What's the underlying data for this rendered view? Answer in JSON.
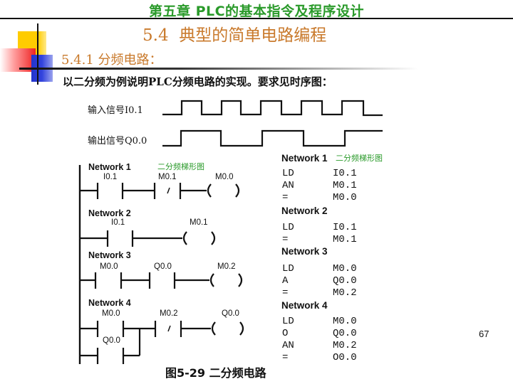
{
  "header": {
    "chapter_title": "第五章  PLC的基本指令及程序设计",
    "section_title": "5.4  典型的简单电路编程",
    "subsection_title": "5.4.1 分频电路：",
    "description": "以二分频为例说明PLC分频电路的实现。要求见时序图："
  },
  "timing_diagram": {
    "input_label": "输入信号I0.1",
    "output_label": "输出信号Q0.0"
  },
  "ladder": {
    "networks": [
      {
        "label": "Network 1",
        "note": "二分频梯形图",
        "contacts": [
          "I0.1",
          "M0.1"
        ],
        "coil": "M0.0"
      },
      {
        "label": "Network 2",
        "contacts": [
          "I0.1"
        ],
        "coil": "M0.1"
      },
      {
        "label": "Network 3",
        "contacts": [
          "M0.0",
          "Q0.0"
        ],
        "coil": "M0.2"
      },
      {
        "label": "Network 4",
        "contacts": [
          "M0.0",
          "M0.2"
        ],
        "branch_contact": "Q0.0",
        "coil": "Q0.0"
      }
    ]
  },
  "statement_list": {
    "networks": [
      {
        "label": "Network 1",
        "note": "二分频梯形图",
        "lines": [
          {
            "op": "LD",
            "operand": "I0.1"
          },
          {
            "op": "AN",
            "operand": "M0.1"
          },
          {
            "op": "=",
            "operand": "M0.0"
          }
        ]
      },
      {
        "label": "Network 2",
        "lines": [
          {
            "op": "LD",
            "operand": "I0.1"
          },
          {
            "op": "=",
            "operand": "M0.1"
          }
        ]
      },
      {
        "label": "Network 3",
        "lines": [
          {
            "op": "LD",
            "operand": "M0.0"
          },
          {
            "op": "A",
            "operand": "Q0.0"
          },
          {
            "op": "=",
            "operand": "M0.2"
          }
        ]
      },
      {
        "label": "Network 4",
        "lines": [
          {
            "op": "LD",
            "operand": "M0.0"
          },
          {
            "op": "O",
            "operand": "Q0.0"
          },
          {
            "op": "AN",
            "operand": "M0.2"
          },
          {
            "op": "=",
            "operand": "O0.0"
          }
        ]
      }
    ]
  },
  "caption": "图5-29 二分频电路",
  "page_number": "67",
  "colors": {
    "chapter": "#2a9a2a",
    "section": "#c97a2c",
    "note": "#2a9a2a"
  }
}
